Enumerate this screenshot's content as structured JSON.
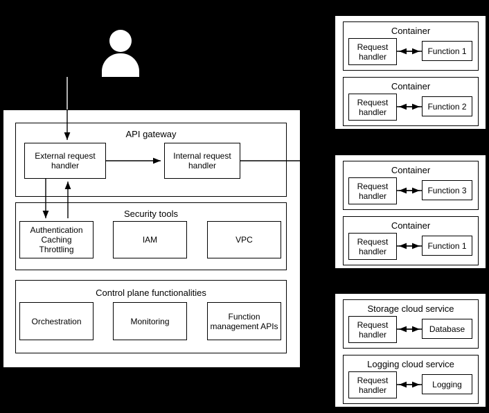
{
  "diagram": {
    "actor": {
      "icon": "person-icon"
    },
    "platform": {
      "api_gateway": {
        "title": "API gateway",
        "boxes": [
          {
            "label": "External request handler"
          },
          {
            "label": "Internal request handler"
          }
        ]
      },
      "security_tools": {
        "title": "Security tools",
        "boxes": [
          {
            "label": "Authentication\nCaching\nThrottling"
          },
          {
            "label": "IAM"
          },
          {
            "label": "VPC"
          }
        ]
      },
      "control_plane": {
        "title": "Control plane functionalities",
        "boxes": [
          {
            "label": "Orchestration"
          },
          {
            "label": "Monitoring"
          },
          {
            "label": "Function management APIs"
          }
        ]
      }
    },
    "right_groups": [
      {
        "name": "containers-top",
        "containers": [
          {
            "title": "Container",
            "left": "Request handler",
            "right": "Function 1"
          },
          {
            "title": "Container",
            "left": "Request handler",
            "right": "Function 2"
          }
        ]
      },
      {
        "name": "containers-middle",
        "containers": [
          {
            "title": "Container",
            "left": "Request handler",
            "right": "Function 3"
          },
          {
            "title": "Container",
            "left": "Request handler",
            "right": "Function 1"
          }
        ]
      },
      {
        "name": "cloud-services",
        "containers": [
          {
            "title": "Storage cloud service",
            "left": "Request handler",
            "right": "Database"
          },
          {
            "title": "Logging cloud service",
            "left": "Request handler",
            "right": "Logging"
          }
        ]
      }
    ]
  }
}
